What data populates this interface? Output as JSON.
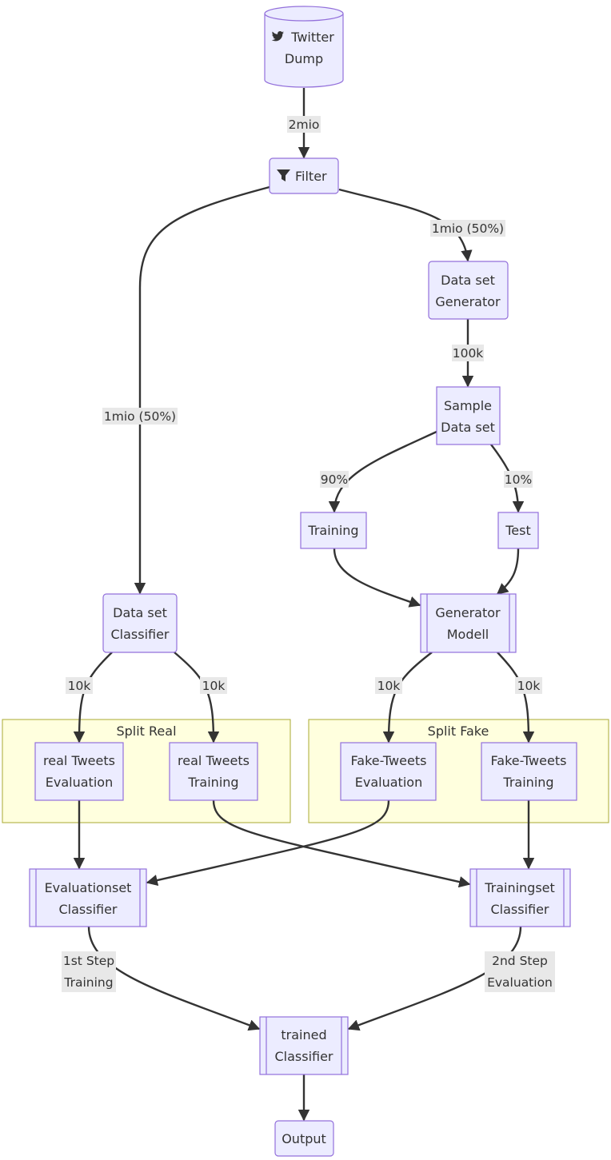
{
  "nodes": {
    "twitter_dump": {
      "line1": "Twitter",
      "line2": "Dump",
      "icon": "twitter-bird-icon"
    },
    "filter": {
      "label": "Filter",
      "icon": "filter-funnel-icon"
    },
    "dataset_generator": {
      "line1": "Data set",
      "line2": "Generator"
    },
    "sample_dataset": {
      "line1": "Sample",
      "line2": "Data set"
    },
    "training": {
      "label": "Training"
    },
    "test": {
      "label": "Test"
    },
    "generator_modell": {
      "line1": "Generator",
      "line2": "Modell"
    },
    "dataset_classifier": {
      "line1": "Data set",
      "line2": "Classifier"
    },
    "real_eval": {
      "line1": "real Tweets",
      "line2": "Evaluation"
    },
    "real_train": {
      "line1": "real Tweets",
      "line2": "Training"
    },
    "fake_eval": {
      "line1": "Fake-Tweets",
      "line2": "Evaluation"
    },
    "fake_train": {
      "line1": "Fake-Tweets",
      "line2": "Training"
    },
    "evalset_classifier": {
      "line1": "Evaluationset",
      "line2": "Classifier"
    },
    "trainset_classifier": {
      "line1": "Trainingset",
      "line2": "Classifier"
    },
    "trained_classifier": {
      "line1": "trained",
      "line2": "Classifier"
    },
    "output": {
      "label": "Output"
    }
  },
  "clusters": {
    "split_real": "Split Real",
    "split_fake": "Split Fake"
  },
  "edge_labels": {
    "dump_filter": "2mio",
    "filter_generator": "1mio (50%)",
    "filter_classifier": "1mio (50%)",
    "generator_sample": "100k",
    "sample_training": "90%",
    "sample_test": "10%",
    "classifier_real_eval": "10k",
    "classifier_real_train": "10k",
    "modell_fake_eval": "10k",
    "modell_fake_train": "10k",
    "eval_trained_line1": "1st Step",
    "eval_trained_line2": "Training",
    "train_trained_line1": "2nd Step",
    "train_trained_line2": "Evaluation"
  },
  "colors": {
    "node_fill": "#ECECFF",
    "node_stroke": "#9370DB",
    "cluster_fill": "#ffffde",
    "cluster_stroke": "#aaaa33",
    "edge": "#333333",
    "label_bg": "#e8e8e8"
  }
}
